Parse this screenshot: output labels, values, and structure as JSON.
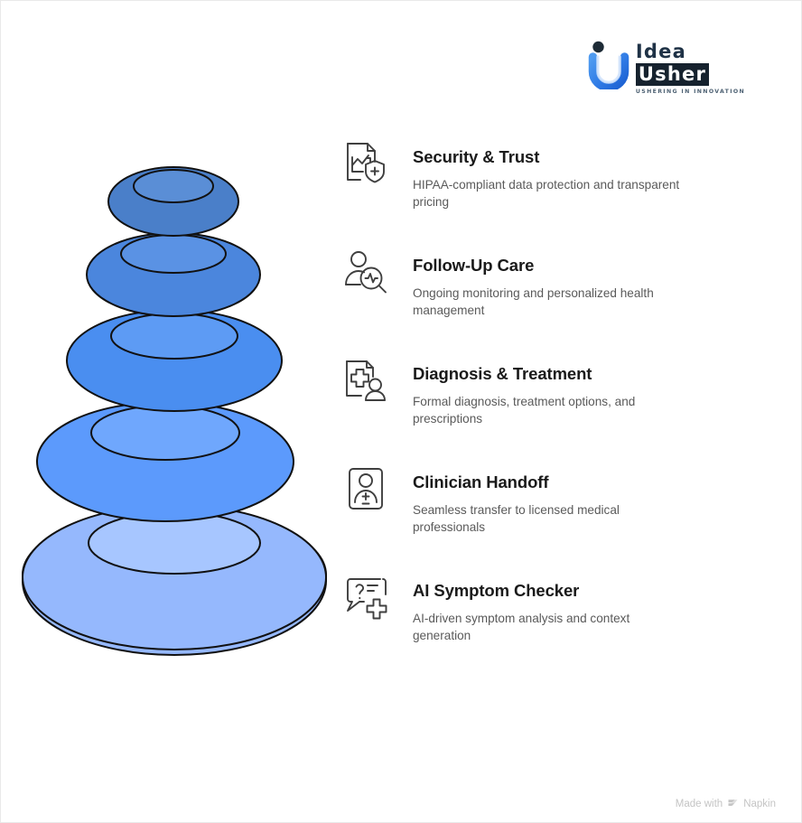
{
  "brand": {
    "line1": "Idea",
    "line2": "Usher",
    "tagline": "USHERING IN INNOVATION",
    "mark_icon": "idea-usher-u-logo",
    "colors": {
      "mark_blue": "#2f7ae5",
      "mark_dot": "#1d2b36",
      "wordmark_dark": "#16222e"
    }
  },
  "pyramid": {
    "title": "stacked-torus-pyramid",
    "layers": [
      {
        "label": "Security & Trust",
        "color": "#4a7fc9",
        "level": 5
      },
      {
        "label": "Follow-Up Care",
        "color": "#4b86dd",
        "level": 4
      },
      {
        "label": "Diagnosis & Treatment",
        "color": "#4a8ef0",
        "level": 3
      },
      {
        "label": "Clinician Handoff",
        "color": "#5c9afc",
        "level": 2
      },
      {
        "label": "AI Symptom Checker",
        "color": "#95b8fd",
        "level": 1
      }
    ],
    "stroke": "#111111"
  },
  "features": [
    {
      "icon": "document-chart-shield-plus-icon",
      "title": "Security & Trust",
      "description": "HIPAA-compliant data protection and transparent pricing"
    },
    {
      "icon": "person-pulse-magnifier-icon",
      "title": "Follow-Up Care",
      "description": "Ongoing monitoring and personalized health management"
    },
    {
      "icon": "medical-document-person-icon",
      "title": "Diagnosis & Treatment",
      "description": "Formal diagnosis, treatment options, and prescriptions"
    },
    {
      "icon": "id-badge-person-icon",
      "title": "Clinician Handoff",
      "description": "Seamless transfer to licensed medical professionals"
    },
    {
      "icon": "speech-bubble-question-cross-icon",
      "title": "AI Symptom Checker",
      "description": "AI-driven symptom analysis and context generation"
    }
  ],
  "footer": {
    "text_before": "Made with",
    "brand": "Napkin",
    "glyph_icon": "napkin-logo-icon"
  }
}
